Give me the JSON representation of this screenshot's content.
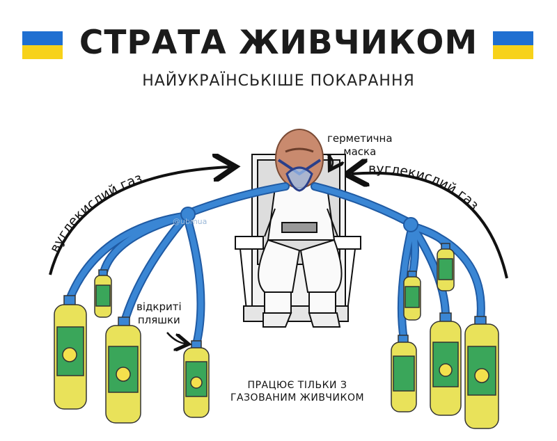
{
  "header": {
    "title": "СТРАТА ЖИВЧИКОМ",
    "subtitle": "НАЙУКРАЇНСЬКІШЕ ПОКАРАННЯ",
    "flag_colors": {
      "blue": "#1f6fd1",
      "yellow": "#f7d21a"
    }
  },
  "labels": {
    "gas_left": "вуглекислий газ",
    "gas_right": "вуглекислий газ",
    "mask_line1": "герметична",
    "mask_line2": "маска",
    "bottles_line1": "відкриті",
    "bottles_line2": "пляшки",
    "note_line1": "ПРАЦЮЄ ТІЛЬКИ З",
    "note_line2": "ГАЗОВАНИМ ЖИВЧИКОМ",
    "watermark": "@ubmua"
  },
  "colors": {
    "tube": "#3a86d4",
    "bottle": "#e9e25a",
    "label": "#3aa65a"
  }
}
